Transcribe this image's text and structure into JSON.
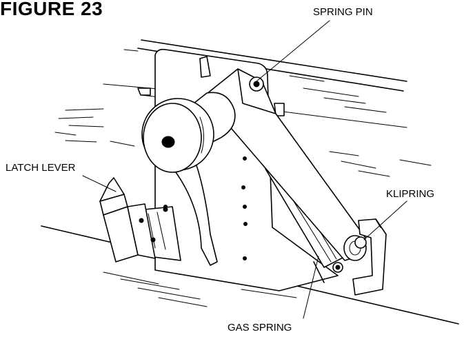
{
  "figure": {
    "title": "FIGURE 23"
  },
  "callouts": {
    "spring_pin": "SPRING PIN",
    "latch_lever": "LATCH LEVER",
    "klipring": "KLIPRING",
    "gas_spring": "GAS SPRING"
  },
  "colors": {
    "ink": "#000000",
    "paper": "#ffffff"
  }
}
